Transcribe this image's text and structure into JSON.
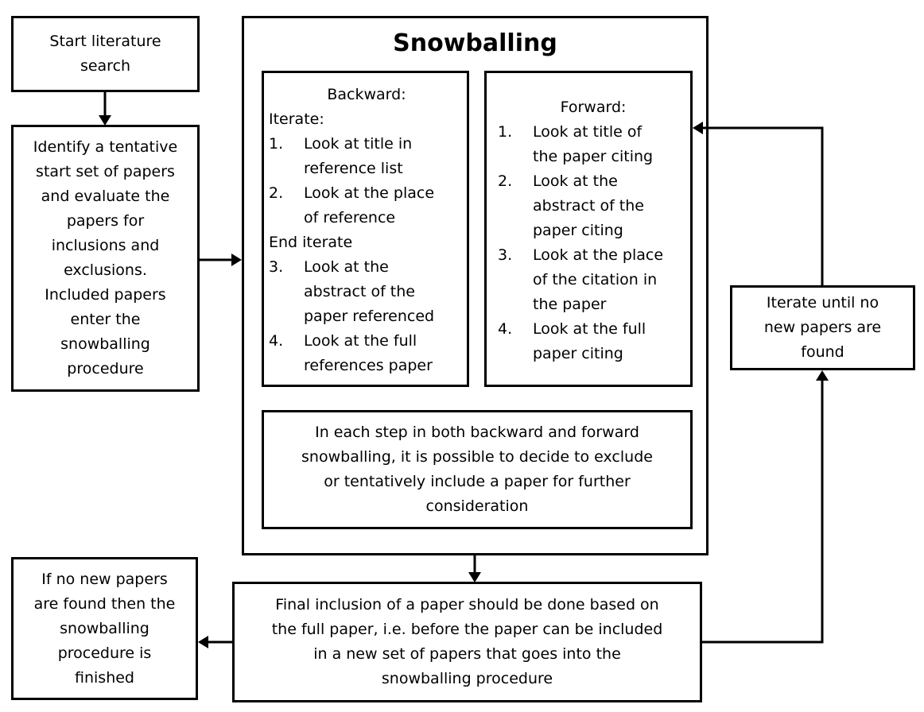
{
  "start": {
    "lines": [
      "Start literature",
      "search"
    ]
  },
  "identify": {
    "lines": [
      "Identify a tentative",
      "start set of papers",
      "and evaluate the",
      "papers for",
      "inclusions and",
      "exclusions.",
      "Included papers",
      "enter the",
      "snowballing",
      "procedure"
    ]
  },
  "snowballing": {
    "title": "Snowballing",
    "backward": {
      "header": "Backward:",
      "iterate": "Iterate:",
      "items_a": [
        {
          "num": "1.",
          "lines": [
            "Look at title in",
            "reference list"
          ]
        },
        {
          "num": "2.",
          "lines": [
            "Look at the place",
            "of reference"
          ]
        }
      ],
      "end_iterate": "End iterate",
      "items_b": [
        {
          "num": "3.",
          "lines": [
            "Look at the",
            "abstract of the",
            "paper referenced"
          ]
        },
        {
          "num": "4.",
          "lines": [
            "Look at the full",
            "references paper"
          ]
        }
      ]
    },
    "forward": {
      "header": "Forward:",
      "items": [
        {
          "num": "1.",
          "lines": [
            "Look at title of",
            "the paper citing"
          ]
        },
        {
          "num": "2.",
          "lines": [
            "Look at the",
            "abstract of the",
            "paper citing"
          ]
        },
        {
          "num": "3.",
          "lines": [
            "Look at the place",
            "of the citation in",
            "the paper"
          ]
        },
        {
          "num": "4.",
          "lines": [
            "Look at the full",
            "paper citing"
          ]
        }
      ]
    },
    "note": {
      "lines": [
        "In each step in both backward and forward",
        "snowballing, it is possible to decide to exclude",
        "or tentatively include a paper for further",
        "consideration"
      ]
    }
  },
  "iterate_until": {
    "lines": [
      "Iterate until no",
      "new papers are",
      "found"
    ]
  },
  "final_inclusion": {
    "lines": [
      "Final inclusion of a paper should be done based on",
      "the full paper, i.e. before the paper can be included",
      "in a new set of papers that goes into the",
      "snowballing procedure"
    ]
  },
  "finished": {
    "lines": [
      "If no new papers",
      "are found then the",
      "snowballing",
      "procedure is",
      "finished"
    ]
  }
}
